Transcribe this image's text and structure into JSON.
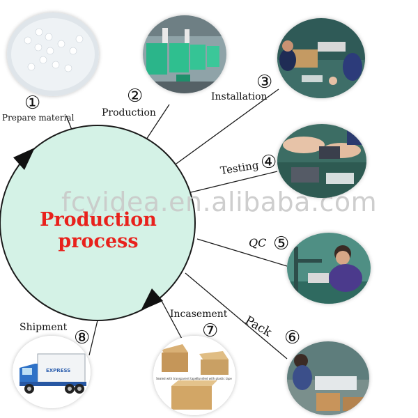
{
  "title": "Production process",
  "watermark": "fcyidea.en.alibaba.com",
  "colors": {
    "circle_fill": "#d4f2e6",
    "circle_stroke": "#1a1a1a",
    "title": "#e8211c"
  },
  "steps": [
    {
      "number": "①",
      "label": "Prepare material",
      "image": "plastic-pellets"
    },
    {
      "number": "②",
      "label": "Production",
      "image": "injection-machines"
    },
    {
      "number": "③",
      "label": "Installation",
      "image": "workers-assembly"
    },
    {
      "number": "④",
      "label": "Testing",
      "image": "hands-testing"
    },
    {
      "number": "⑤",
      "label": "QC",
      "image": "qc-inspector"
    },
    {
      "number": "⑥",
      "label": "Pack",
      "image": "packing-worker"
    },
    {
      "number": "⑦",
      "label": "Incasement",
      "image": "cartons"
    },
    {
      "number": "⑧",
      "label": "Shipment",
      "image": "express-truck"
    }
  ],
  "carton_captions": [
    "Sealed with transparent tape",
    "Bundled with plastic tape"
  ],
  "truck_text": "EXPRESS"
}
